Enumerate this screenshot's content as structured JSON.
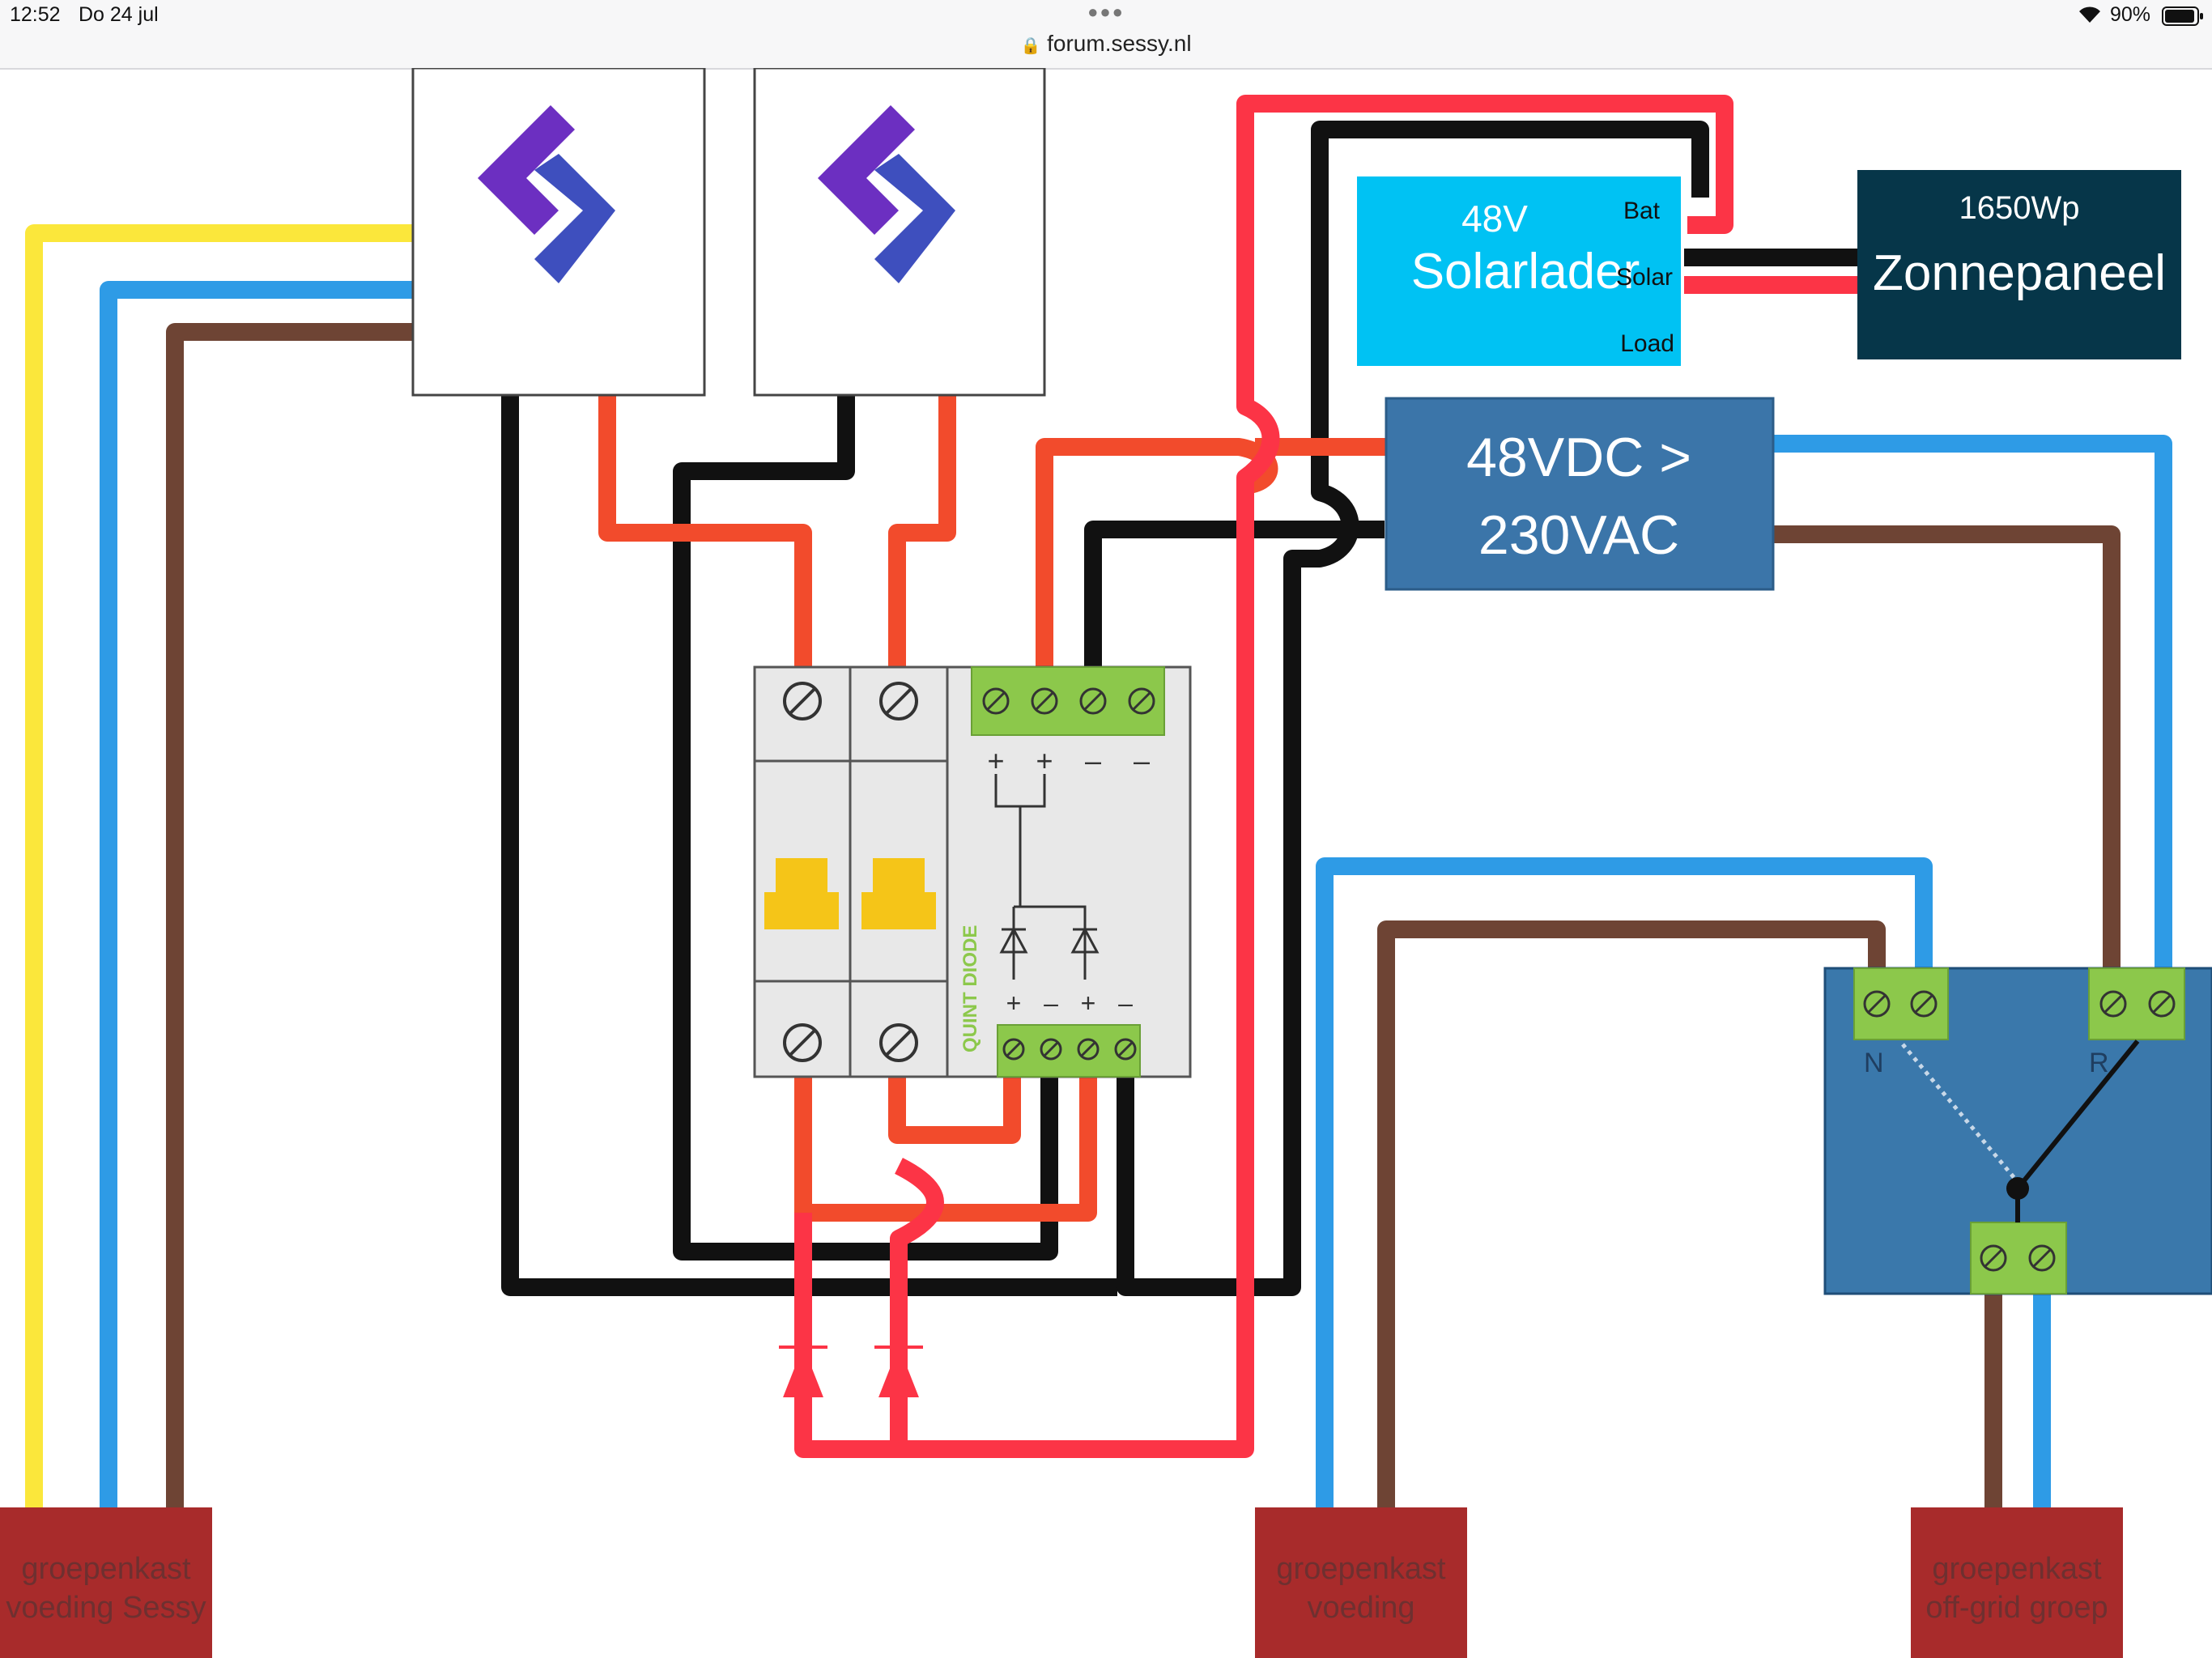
{
  "status_bar": {
    "time": "12:52",
    "date": "Do 24 jul",
    "url": "forum.sessy.nl",
    "battery": "90%"
  },
  "solar_charger": {
    "voltage": "48V",
    "title": "Solarlader",
    "port_bat": "Bat",
    "port_solar": "Solar",
    "port_load": "Load"
  },
  "solar_panel": {
    "power": "1650Wp",
    "title": "Zonnepaneel"
  },
  "inverter": {
    "line1": "48VDC >",
    "line2": "230VAC"
  },
  "quint_diode": {
    "label": "QUINT DIODE",
    "top_signs": [
      "+",
      "+",
      "–",
      "–"
    ],
    "bottom_signs": [
      "+",
      "–",
      "+",
      "–"
    ]
  },
  "switch_box": {
    "n_label": "N",
    "r_label": "R"
  },
  "groups": [
    {
      "line1": "groepenkast",
      "line2": "voeding Sessy"
    },
    {
      "line1": "groepenkast",
      "line2": "voeding"
    },
    {
      "line1": "groepenkast",
      "line2": "off-grid groep"
    }
  ],
  "colors": {
    "wire_red": "#fc3446",
    "wire_orange": "#f24b2c",
    "wire_black": "#111111",
    "wire_blue": "#2e9be6",
    "wire_brown": "#6e4434",
    "wire_yellow": "#fbe73b",
    "terminal_green": "#8cc84b",
    "solar_charger_bg": "#00c2f3",
    "solar_panel_bg": "#063649",
    "inverter_bg": "#3b75a9",
    "switch_box_bg": "#3a78ab",
    "group_box_bg": "#a82b2b",
    "breaker_handle": "#f5c518",
    "logo_purple": "#6c2fc1",
    "logo_blue": "#3e4fbe"
  }
}
